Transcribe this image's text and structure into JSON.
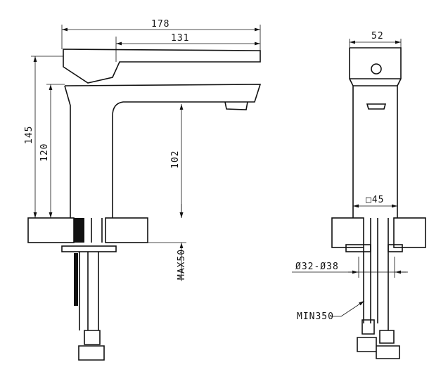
{
  "front_view": {
    "width_total": "178",
    "spout_reach": "131",
    "height_total": "145",
    "body_height": "120",
    "spout_clearance": "102",
    "deck_thickness": "MAX50"
  },
  "side_view": {
    "top_width": "52",
    "base_size": "□45",
    "hole_diameter": "Ø32-Ø38",
    "hose_length": "MIN350"
  }
}
